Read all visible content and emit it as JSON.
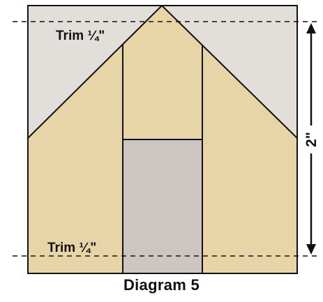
{
  "labels": {
    "trim_top": "Trim ¼\"",
    "trim_bottom": "Trim ¼\"",
    "dimension": "2\""
  },
  "caption": "Diagram 5",
  "colors": {
    "sky": "#e2dfdb",
    "house": "#e8d5a7",
    "door": "#cdc5c2",
    "outline": "#111111"
  }
}
